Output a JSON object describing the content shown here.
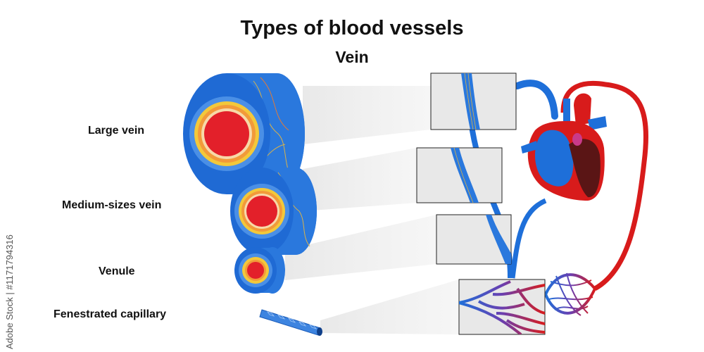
{
  "title": "Types of blood vessels",
  "subtitle": "Vein",
  "vessels": [
    {
      "label": "Large vein"
    },
    {
      "label": "Medium-sizes vein"
    },
    {
      "label": "Venule"
    },
    {
      "label": "Fenestrated capillary"
    }
  ],
  "watermark": "Adobe Stock | #1171794316",
  "colors": {
    "vein_blue": "#1e6fd9",
    "artery_red": "#d81b1b",
    "lumen_red": "#e3202a",
    "inner_yellow": "#f3c83a",
    "inner_orange": "#f29a3a",
    "panel_gray": "#e8e8e8"
  }
}
